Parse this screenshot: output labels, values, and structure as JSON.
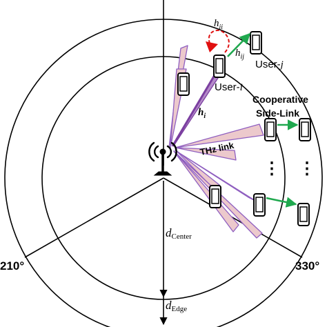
{
  "labels": {
    "h_ii_sym": "h",
    "h_ii_sub": "ii",
    "h_ij_sym": "h",
    "h_ij_sub": "ij",
    "h_i_sym": "h",
    "h_i_sub": "i",
    "user_j_text": "User-",
    "user_j_idx": "j",
    "user_i_text": "User-",
    "user_i_idx": "i",
    "coop_line1": "Cooperative",
    "coop_line2": "Side-Link",
    "thz_link": "THz link",
    "ellipsis": "⋮",
    "d_center_sym": "d",
    "d_center_sub": "Center",
    "d_edge_sym": "d",
    "d_edge_sub": "Edge",
    "angle_210": "210°",
    "angle_330": "330°"
  },
  "colors": {
    "beam_fill": "#ecc9cc",
    "beam_stroke": "#8f5fc0",
    "main_beam": "#7b3fa0",
    "side_link_arrow": "#1fa84e",
    "self_link_arrow": "#e01010",
    "line": "#000000"
  },
  "icons": {
    "antenna": "base-station-antenna-icon",
    "phone": "smartphone-icon"
  }
}
